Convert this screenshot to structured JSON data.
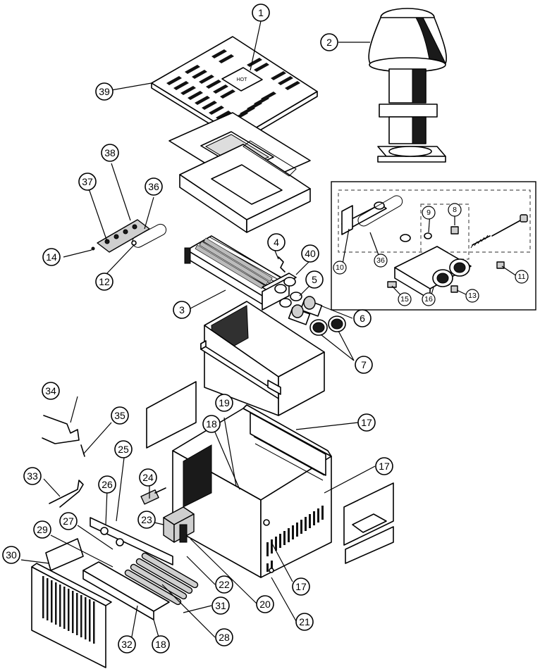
{
  "callouts": [
    {
      "id": "1",
      "label": "1"
    },
    {
      "id": "2",
      "label": "2"
    },
    {
      "id": "3",
      "label": "3"
    },
    {
      "id": "4",
      "label": "4"
    },
    {
      "id": "5",
      "label": "5"
    },
    {
      "id": "6",
      "label": "6"
    },
    {
      "id": "7",
      "label": "7"
    },
    {
      "id": "8",
      "label": "8"
    },
    {
      "id": "9",
      "label": "9"
    },
    {
      "id": "10",
      "label": "10"
    },
    {
      "id": "11",
      "label": "11"
    },
    {
      "id": "12",
      "label": "12"
    },
    {
      "id": "13",
      "label": "13"
    },
    {
      "id": "14",
      "label": "14"
    },
    {
      "id": "15",
      "label": "15"
    },
    {
      "id": "16",
      "label": "16"
    },
    {
      "id": "17a",
      "label": "17"
    },
    {
      "id": "17b",
      "label": "17"
    },
    {
      "id": "17c",
      "label": "17"
    },
    {
      "id": "18a",
      "label": "18"
    },
    {
      "id": "18b",
      "label": "18"
    },
    {
      "id": "19",
      "label": "19"
    },
    {
      "id": "20",
      "label": "20"
    },
    {
      "id": "21",
      "label": "21"
    },
    {
      "id": "22",
      "label": "22"
    },
    {
      "id": "23",
      "label": "23"
    },
    {
      "id": "24",
      "label": "24"
    },
    {
      "id": "25",
      "label": "25"
    },
    {
      "id": "26",
      "label": "26"
    },
    {
      "id": "27",
      "label": "27"
    },
    {
      "id": "28",
      "label": "28"
    },
    {
      "id": "29",
      "label": "29"
    },
    {
      "id": "30",
      "label": "30"
    },
    {
      "id": "31",
      "label": "31"
    },
    {
      "id": "32",
      "label": "32"
    },
    {
      "id": "33",
      "label": "33"
    },
    {
      "id": "34",
      "label": "34"
    },
    {
      "id": "35",
      "label": "35"
    },
    {
      "id": "36a",
      "label": "36"
    },
    {
      "id": "36b",
      "label": "36"
    },
    {
      "id": "37",
      "label": "37"
    },
    {
      "id": "38",
      "label": "38"
    },
    {
      "id": "39",
      "label": "39"
    },
    {
      "id": "40",
      "label": "40"
    }
  ],
  "top_panel": {
    "mark": "HOT"
  }
}
